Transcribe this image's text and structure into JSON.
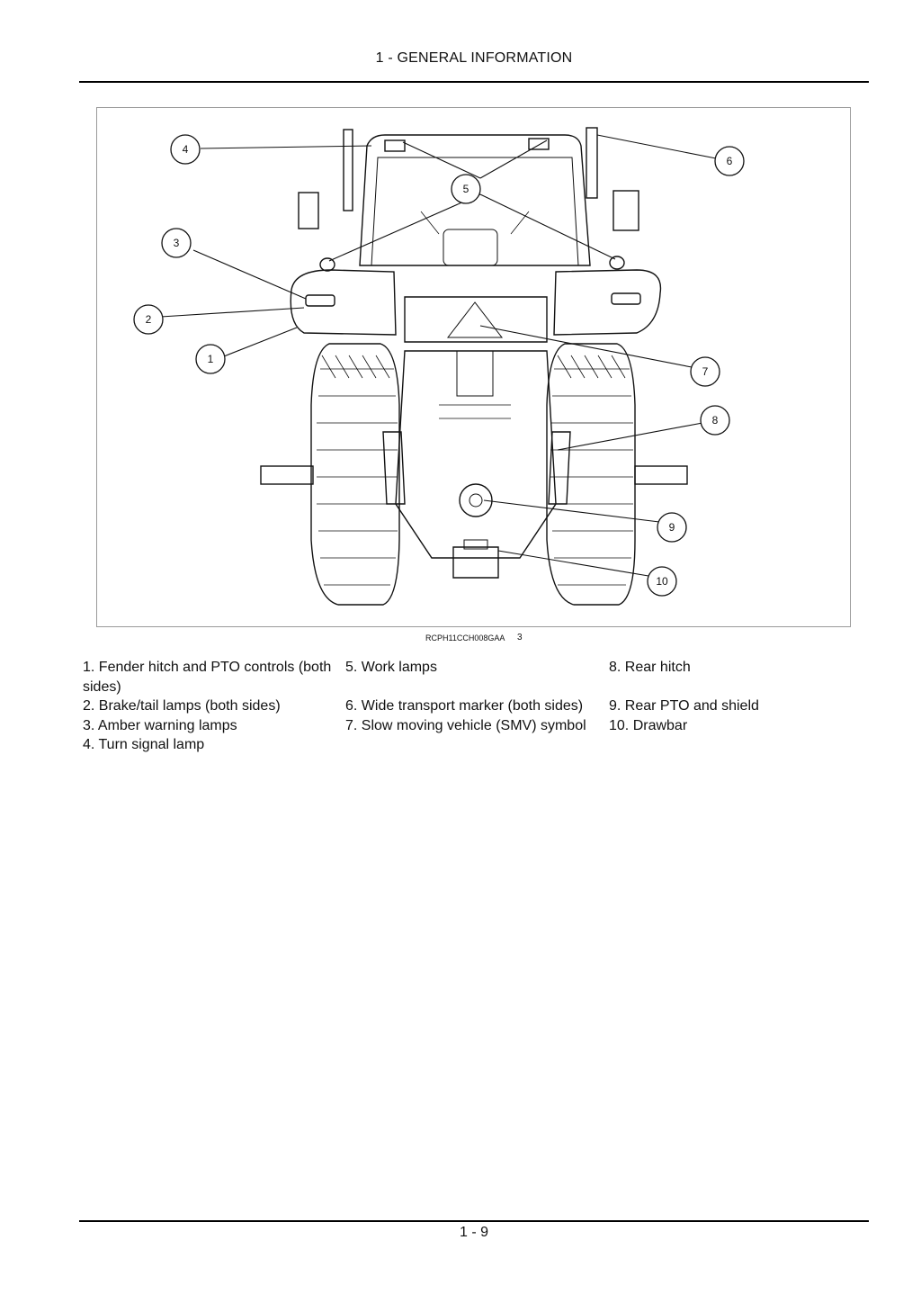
{
  "header": {
    "title": "1 - GENERAL INFORMATION"
  },
  "figure": {
    "code": "RCPH11CCH008GAA",
    "number": "3",
    "callouts": [
      "1",
      "2",
      "3",
      "4",
      "5",
      "6",
      "7",
      "8",
      "9",
      "10"
    ]
  },
  "legend": {
    "col1": [
      "1.  Fender hitch and PTO controls (both sides)",
      "2. Brake/tail lamps (both sides)",
      "3. Amber warning lamps",
      "4.  Turn signal lamp"
    ],
    "col2": [
      "5.  Work lamps",
      "6. Wide transport marker (both sides)",
      "7. Slow moving vehicle (SMV) symbol"
    ],
    "col3": [
      "8.  Rear hitch",
      "9.  Rear PTO and shield",
      "10.  Drawbar"
    ]
  },
  "footer": {
    "page_number": "1 - 9"
  }
}
